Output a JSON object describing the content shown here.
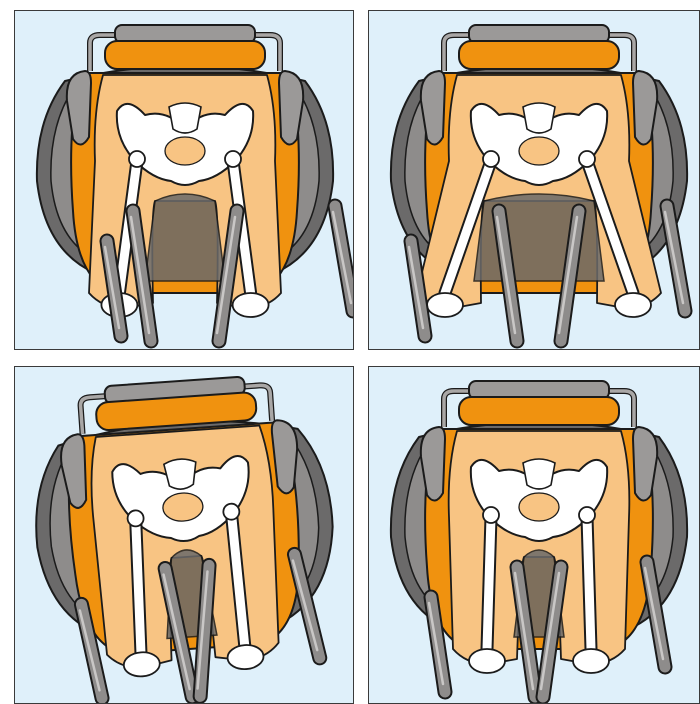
{
  "colors": {
    "panel_background": "#dff0fa",
    "panel_border": "#3a3a3a",
    "cushion_outer": "#6b6a6a",
    "cushion_rim": "#8e8c8b",
    "orange_shell": "#f0920f",
    "skin": "#f8c483",
    "bone": "#ffffff",
    "outline": "#1b1b1b",
    "metal_frame": "#a9a7a6",
    "pad": "#9b9998"
  },
  "panels": [
    {
      "id": "top-left",
      "legs": "apart",
      "tilt": "upright"
    },
    {
      "id": "top-right",
      "legs": "wide",
      "tilt": "upright"
    },
    {
      "id": "bottom-left",
      "legs": "together",
      "tilt": "tilted"
    },
    {
      "id": "bottom-right",
      "legs": "together",
      "tilt": "upright"
    }
  ]
}
